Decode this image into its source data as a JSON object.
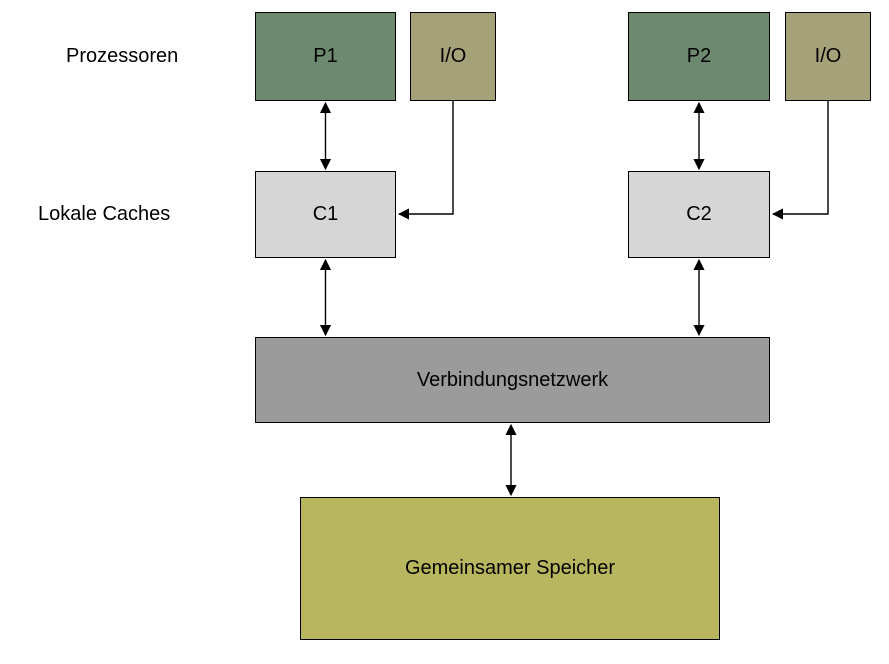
{
  "diagram": {
    "labels": {
      "processors_row": "Prozessoren",
      "caches_row": "Lokale Caches"
    },
    "nodes": {
      "p1": {
        "label": "P1"
      },
      "io1": {
        "label": "I/O"
      },
      "p2": {
        "label": "P2"
      },
      "io2": {
        "label": "I/O"
      },
      "c1": {
        "label": "C1"
      },
      "c2": {
        "label": "C2"
      },
      "network": {
        "label": "Verbindungsnetzwerk"
      },
      "memory": {
        "label": "Gemeinsamer Speicher"
      }
    },
    "colors": {
      "processor_fill": "#6d8a70",
      "io_fill": "#a5a178",
      "cache_fill": "#d6d6d6",
      "network_fill": "#9b9b9b",
      "memory_fill": "#b8b65e",
      "border": "#000000",
      "background": "#ffffff"
    }
  }
}
